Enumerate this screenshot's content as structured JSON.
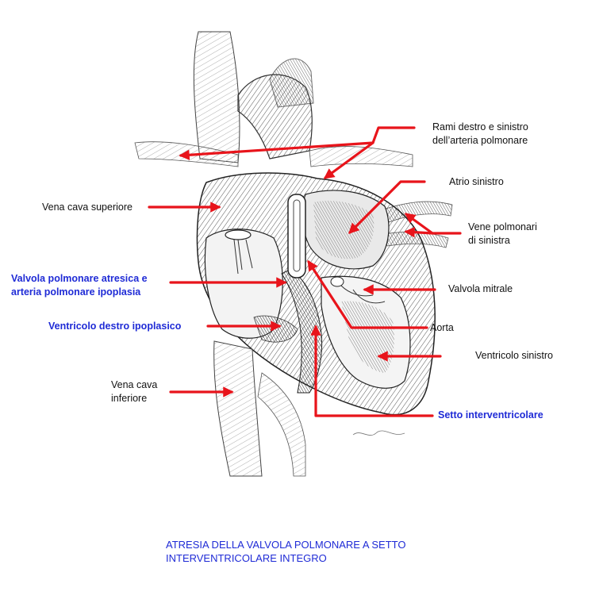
{
  "colors": {
    "arrow": "#e8141b",
    "label_black": "#111111",
    "label_blue": "#1f2bd6",
    "ink": "#2a2a2a"
  },
  "labels": {
    "rami": "Rami destro e sinistro\ndell’arteria polmonare",
    "atrio_sinistro": "Atrio sinistro",
    "vena_cava_superiore": "Vena cava superiore",
    "vene_polmonari": "Vene polmonari\ndi sinistra",
    "valvola_polmonare": "Valvola polmonare atresica e\narteria polmonare ipoplasia",
    "valvola_mitrale": "Valvola mitrale",
    "ventricolo_destro": "Ventricolo destro ipoplasico",
    "aorta": "Aorta",
    "ventricolo_sinistro": "Ventricolo sinistro",
    "vena_cava_inferiore": "Vena cava\ninferiore",
    "setto": "Setto interventricolare"
  },
  "caption": "ATRESIA DELLA VALVOLA POLMONARE A SETTO\nINTERVENTRICOLARE INTEGRO"
}
